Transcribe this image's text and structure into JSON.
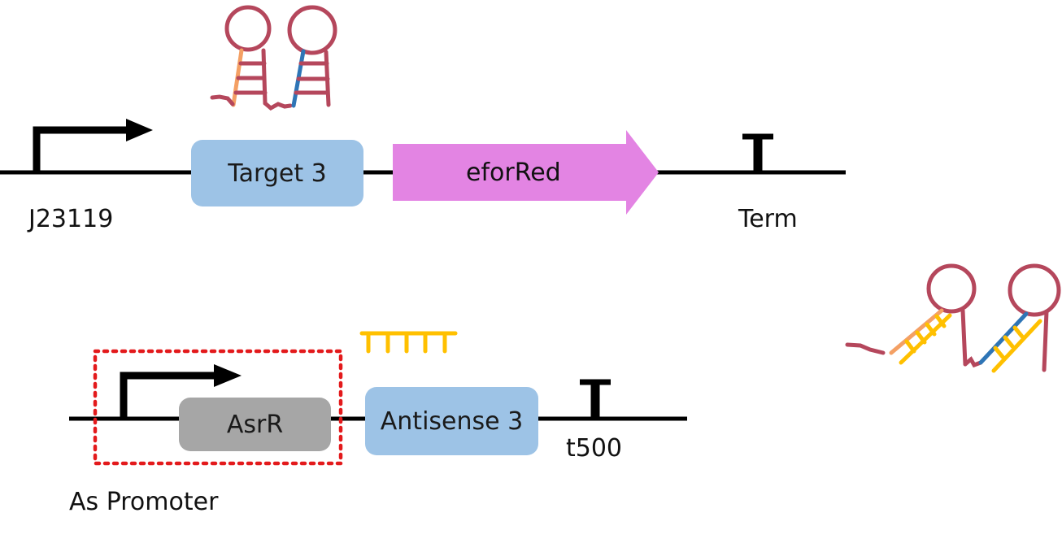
{
  "construct1": {
    "promoter_label": "J23119",
    "target_label": "Target 3",
    "gene_label": "eforRed",
    "terminator_label": "Term"
  },
  "construct2": {
    "asr_label": "AsrR",
    "antisense_label": "Antisense 3",
    "terminator_label": "t500",
    "promoter_region_label": "As Promoter"
  },
  "colors": {
    "backbone": "#000000",
    "target_box": "#9dc3e6",
    "gene_arrow": "#e384e3",
    "asr_box": "#a6a6a6",
    "promoter_dashed_box": "#e31a1c",
    "rna_hairpin": "#b5475c",
    "rna_orange": "#f4a064",
    "rna_blue": "#2e75b6",
    "antisense_rna": "#ffc000"
  }
}
